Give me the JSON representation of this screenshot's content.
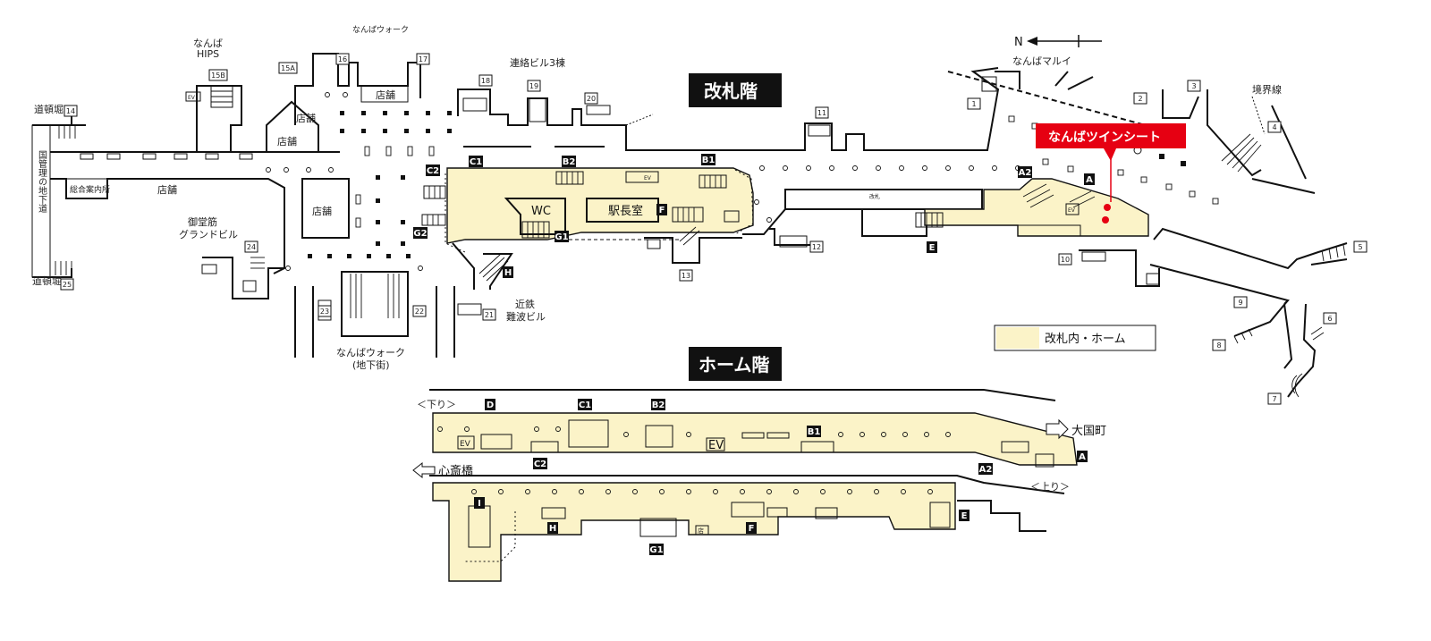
{
  "floors": {
    "concourse": "改札階",
    "platform": "ホーム階"
  },
  "north": "N",
  "highlight": {
    "label": "なんばツインシート",
    "color": "#e60012"
  },
  "legend": {
    "label": "改札内・ホーム",
    "color": "#fbf3c8"
  },
  "places": {
    "namba_walk": "なんばウォーク",
    "namba_hips_1": "なんば",
    "namba_hips_2": "HIPS",
    "renraku": "連絡ビル3棟",
    "marui": "なんばマルイ",
    "dotonbori_top": "道頓堀",
    "dotonbori_bottom": "道頓堀",
    "kanri_tunnel": "国管理の地下道",
    "info": "総合案内所",
    "shop": "店舗",
    "midosuji_1": "御堂筋",
    "midosuji_2": "グランドビル",
    "kintetsu_1": "近鉄",
    "kintetsu_2": "難波ビル",
    "namba_walk_ug_1": "なんばウォーク",
    "namba_walk_ug_2": "(地下街)",
    "kyokaisen": "境界線",
    "wc": "WC",
    "stationmaster": "駅長室",
    "kaisatsu_small": "改札",
    "tiny_shop": "店",
    "ev": "EV"
  },
  "shops": [
    "店舗",
    "店舗",
    "店舗",
    "店舗",
    "店舗"
  ],
  "exit_numbers": [
    "1",
    "2",
    "3",
    "4",
    "5",
    "6",
    "7",
    "8",
    "9",
    "10",
    "11",
    "12",
    "13",
    "14",
    "15A",
    "15B",
    "16",
    "17",
    "18",
    "19",
    "20",
    "21",
    "22",
    "23",
    "24",
    "25"
  ],
  "gates": [
    "A",
    "A2",
    "B1",
    "B2",
    "C1",
    "C2",
    "D",
    "E",
    "F",
    "G1",
    "G2",
    "H",
    "I"
  ],
  "platform": {
    "down": "＜下り＞",
    "up": "＜上り＞",
    "to_daikokucho": "大国町",
    "to_shinsaibashi": "心斎橋"
  }
}
